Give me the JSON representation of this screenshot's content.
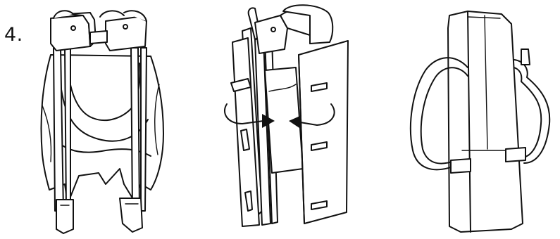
{
  "step": {
    "number": "4."
  },
  "figures": [
    {
      "name": "collapsed-playard-frame"
    },
    {
      "name": "folding-mattress-around-frame"
    },
    {
      "name": "packed-carry-bag"
    }
  ],
  "colors": {
    "line": "#111111",
    "background": "#ffffff"
  }
}
